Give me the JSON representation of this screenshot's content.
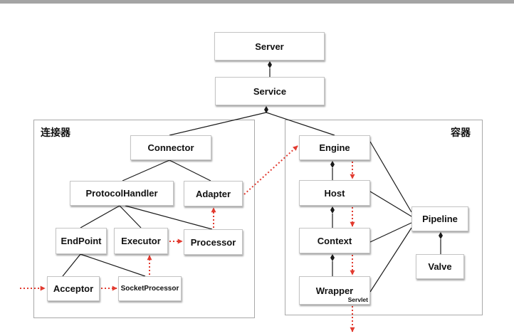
{
  "diagram": {
    "server": "Server",
    "service": "Service",
    "connector_group": {
      "title": "连接器",
      "connector": "Connector",
      "protocol_handler": "ProtocolHandler",
      "adapter": "Adapter",
      "endpoint": "EndPoint",
      "executor": "Executor",
      "processor": "Processor",
      "acceptor": "Acceptor",
      "socket_processor": "SocketProcessor"
    },
    "container_group": {
      "title": "容器",
      "engine": "Engine",
      "host": "Host",
      "context": "Context",
      "wrapper": "Wrapper",
      "servlet": "Servlet",
      "pipeline": "Pipeline",
      "valve": "Valve"
    }
  },
  "colors": {
    "flow_arrow": "#e23b30",
    "structure_line": "#1a1a1a"
  }
}
